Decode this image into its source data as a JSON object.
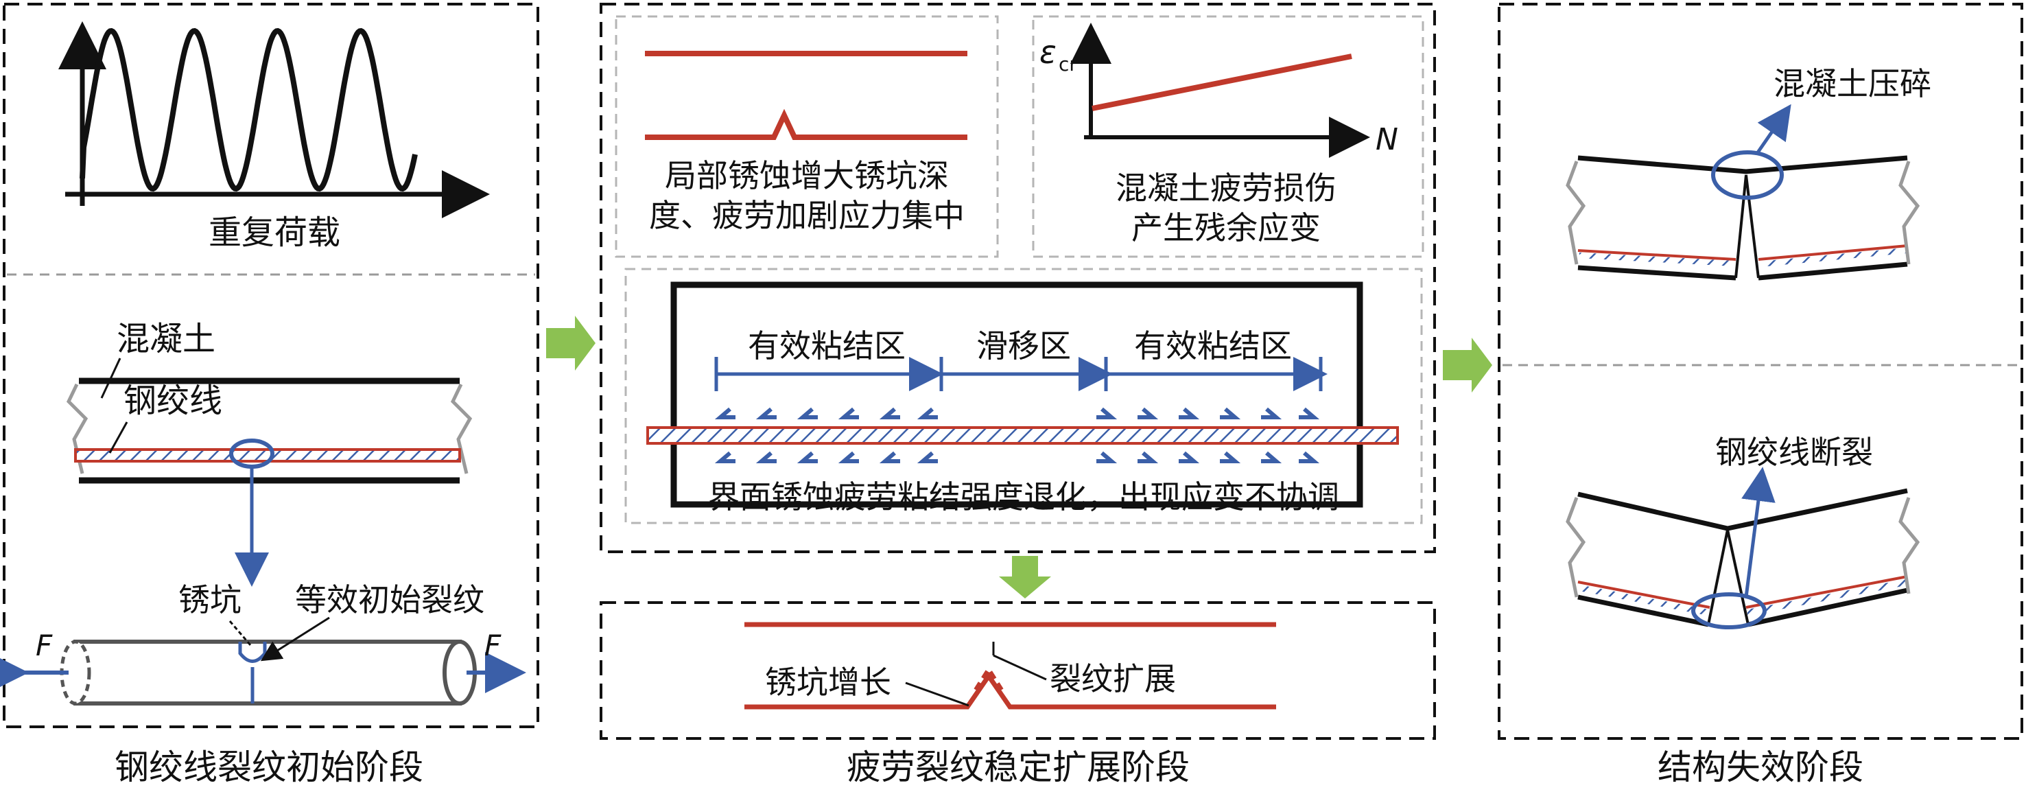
{
  "colors": {
    "red": "#c0392b",
    "blue": "#3b5fa8",
    "green": "#8cc152",
    "gray": "#9a9a9a",
    "black": "#111111"
  },
  "panel1": {
    "caption": "钢绞线裂纹初始阶段",
    "load_title": "重复荷载",
    "concrete_label": "混凝土",
    "strand_label": "钢绞线",
    "pit_label": "锈坑",
    "initial_crack_label": "等效初始裂纹",
    "force_left": "F",
    "force_right": "F"
  },
  "panel2": {
    "caption": "疲劳裂纹稳定扩展阶段",
    "pit_text": [
      "局部锈蚀增大锈坑深",
      "度、疲劳加剧应力集中"
    ],
    "fatigue_text": [
      "混凝土疲劳损伤",
      "产生残余应变"
    ],
    "strain_axis": "ε",
    "strain_sub": "cr",
    "cycles_axis": "N",
    "zone_left": "有效粘结区",
    "zone_mid": "滑移区",
    "zone_right": "有效粘结区",
    "interface_text": "界面锈蚀疲劳粘结强度退化，出现应变不协调",
    "pit_growth_label": "锈坑增长",
    "crack_growth_label": "裂纹扩展"
  },
  "panel3": {
    "caption": "结构失效阶段",
    "crush_label": "混凝土压碎",
    "fracture_label": "钢绞线断裂"
  }
}
